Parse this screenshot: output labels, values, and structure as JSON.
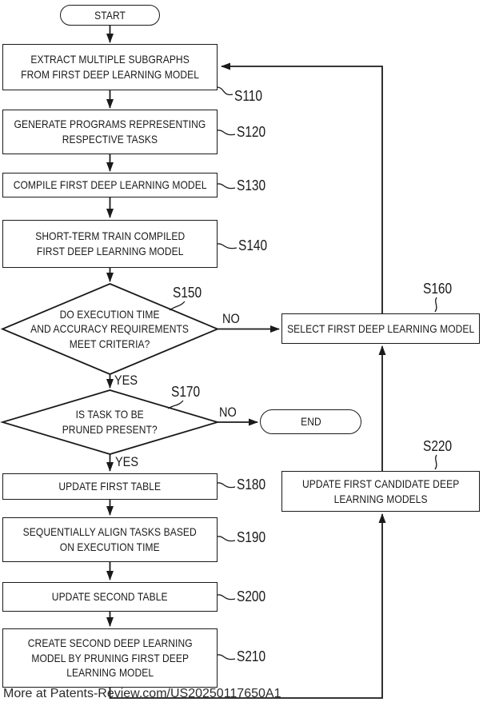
{
  "terminators": {
    "start": "START",
    "end": "END"
  },
  "steps": {
    "s110": {
      "ref": "S110",
      "text": "EXTRACT MULTIPLE SUBGRAPHS\nFROM FIRST DEEP LEARNING MODEL"
    },
    "s120": {
      "ref": "S120",
      "text": "GENERATE PROGRAMS REPRESENTING\nRESPECTIVE TASKS"
    },
    "s130": {
      "ref": "S130",
      "text": "COMPILE FIRST DEEP LEARNING MODEL"
    },
    "s140": {
      "ref": "S140",
      "text": "SHORT-TERM TRAIN COMPILED\nFIRST DEEP LEARNING MODEL"
    },
    "s150": {
      "ref": "S150",
      "text": "DO EXECUTION TIME\nAND ACCURACY REQUIREMENTS\nMEET CRITERIA?"
    },
    "s160": {
      "ref": "S160",
      "text": "SELECT FIRST DEEP LEARNING MODEL"
    },
    "s170": {
      "ref": "S170",
      "text": "IS TASK TO BE\nPRUNED PRESENT?"
    },
    "s180": {
      "ref": "S180",
      "text": "UPDATE FIRST TABLE"
    },
    "s190": {
      "ref": "S190",
      "text": "SEQUENTIALLY ALIGN TASKS BASED\nON EXECUTION TIME"
    },
    "s200": {
      "ref": "S200",
      "text": "UPDATE SECOND TABLE"
    },
    "s210": {
      "ref": "S210",
      "text": "CREATE SECOND DEEP LEARNING\nMODEL BY PRUNING FIRST DEEP\nLEARNING MODEL"
    },
    "s220": {
      "ref": "S220",
      "text": "UPDATE FIRST CANDIDATE DEEP\nLEARNING MODELS"
    }
  },
  "branches": {
    "s150_no": "NO",
    "s150_yes": "YES",
    "s170_no": "NO",
    "s170_yes": "YES"
  },
  "footer": {
    "text": "More at Patents-Review.com/US20250117650A1"
  },
  "colors": {
    "line": "#1a1a1a",
    "background": "#ffffff"
  }
}
